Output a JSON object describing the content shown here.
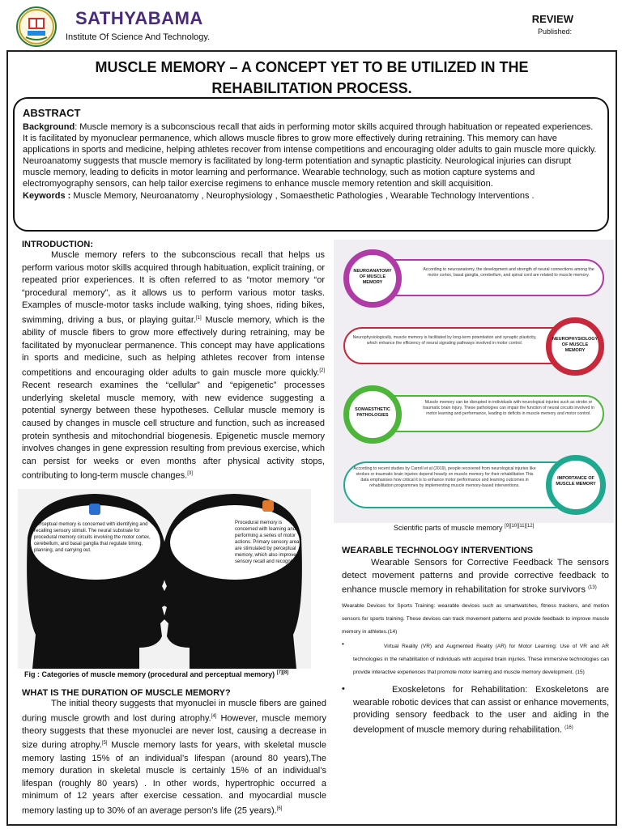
{
  "header": {
    "brand": "SATHYABAMA",
    "subtitle": "Institute Of Science And Technology.",
    "review": "REVIEW",
    "published": "Published:"
  },
  "title": {
    "line1": "MUSCLE MEMORY – A CONCEPT YET TO BE UTILIZED IN THE",
    "line2": "REHABILITATION PROCESS."
  },
  "abstract": {
    "heading": "ABSTRACT",
    "background_label": "Background",
    "background_text": ": Muscle memory is a subconscious recall that aids in performing motor skills acquired through habituation or repeated experiences. It is facilitated by myonuclear permanence, which allows muscle fibres to grow more effectively during retraining. This memory can have applications in sports and medicine, helping athletes recover from intense competitions and encouraging older adults to gain muscle more quickly. Neuroanatomy suggests that muscle memory is facilitated by long-term potentiation and synaptic plasticity. Neurological injuries can disrupt muscle memory, leading to deficits in motor learning and performance. Wearable technology, such as motion capture systems and electromyography sensors, can help tailor exercise regimens to enhance muscle memory retention and skill acquisition.",
    "keywords_label": "Keywords :",
    "keywords_text": " Muscle Memory, Neuroanatomy , Neurophysiology , Somaesthetic Pathologies , Wearable Technology Interventions ."
  },
  "intro": {
    "heading": "INTRODUCTION:",
    "p1": "Muscle memory refers to the subconscious recall that helps us perform various motor skills acquired through habituation, explicit training, or repeated prior experiences. It is often referred to as “motor memory “or “procedural memory”, as it allows us to perform various motor tasks. Examples of muscle-motor tasks include walking, tying shoes, riding bikes, swimming, driving a bus, or playing guitar.",
    "ref1": "[1]",
    "p2": " Muscle memory, which is the ability of muscle fibers to grow more effectively during retraining, may be facilitated by myonuclear permanence. This concept may have applications in sports and medicine, such as helping athletes recover from intense competitions and encouraging older adults to gain muscle more quickly.",
    "ref2": "[2]",
    "p3": " Recent research examines the “cellular” and “epigenetic” processes underlying skeletal muscle memory, with new evidence suggesting a potential synergy between these hypotheses. Cellular muscle memory is caused by changes in muscle cell structure and function, such as increased protein synthesis and mitochondrial biogenesis. Epigenetic muscle memory involves changes in gene expression resulting from previous exercise, which can persist for weeks or even months after physical activity stops, contributing to long-term muscle changes.",
    "ref3": "[3]"
  },
  "figure1": {
    "left_text": "Perceptual memory is concerned with identifying and recalling sensory stimuli. The neural substrate for procedural memory circuits involving the motor cortex, cerebellum, and basal ganglia that regulate timing, planning, and carrying out.",
    "right_text": "Procedural memory is concerned with learning and performing a series of motor actions. Primary sensory areas are stimulated by perceptual memory, which also improves sensory recall and recognition.",
    "caption": "Fig : Categories of muscle memory (procedural and perceptual memory)",
    "caption_ref": "[7][8]"
  },
  "duration": {
    "heading": "WHAT IS THE DURATION OF MUSCLE MEMORY?",
    "p1": "The initial theory suggests that myonuclei in muscle fibers are gained during muscle growth and lost during atrophy.",
    "ref4": "[4]",
    "p2": " However, muscle memory theory suggests that these myonuclei are never lost, causing a decrease in size during atrophy.",
    "ref5": "[5]",
    "p3": " Muscle memory lasts for years, with skeletal muscle memory lasting 15% of an individual’s lifespan (around 80 years),The memory duration in skeletal muscle is certainly 15% of an individual’s lifespan (roughly 80 years) . In other words, hypertrophic occurred a minimum of 12 years after exercise cessation. and myocardial muscle memory lasting up to 30% of an average person’s life (25 years).",
    "ref6": "[6]"
  },
  "scientific": {
    "items": [
      {
        "label": "NEUROANATOMY OF MUSCLE MEMORY",
        "text": "According to neuroanatomy, the development and strength of neural connections among the motor cortex, basal ganglia, cerebellum, and spinal cord are related to muscle memory.",
        "color": "#b03aa6"
      },
      {
        "label": "NEUROPHYSIOLOGY OF MUSCLE MEMORY",
        "text": "Neurophysiologically, muscle memory is facilitated by long-term potentiation and synaptic plasticity, which enhance the efficiency of neural signaling pathways involved in motor control.",
        "color": "#c8283c"
      },
      {
        "label": "SOMAESTHETIC PATHOLOGIES",
        "text": "Muscle memory can be disrupted in individuals with neurological injuries such as stroke or traumatic brain injury. These pathologies can impair the function of neural circuits involved in motor learning and performance, leading to deficits in muscle memory and motor control.",
        "color": "#4db63a"
      },
      {
        "label": "IMPORTANCE OF MUSCLE MEMORY",
        "text": "According to recent studies by Carroll et al (2019), people recovered from neurological injuries like strokes or traumatic brain injuries depend heavily on muscle memory for their rehabilitation This data emphasises how critical it is to enhance motor performance and learning outcomes in rehabilitation programmes by implementing muscle memory-based interventions.",
        "color": "#1fa890"
      }
    ],
    "caption": "Scientific parts of muscle memory",
    "caption_ref": "[9][10][11][12]"
  },
  "wearable": {
    "heading": "WEARABLE TECHNOLOGY INTERVENTIONS",
    "p1": "Wearable Sensors for Corrective Feedback The sensors detect movement patterns and provide corrective feedback to enhance muscle memory in rehabilitation for stroke survivors",
    "ref13": "(13)",
    "p2": "Wearable Devices for Sports Training: wearable devices such as smartwatches, fitness trackers, and motion sensors for sports training. These devices can track movement patterns and provide feedback to improve muscle memory in athletes.(14)",
    "b1": "Virtual Reality (VR) and Augmented Reality (AR) for Motor Learning: Use of VR and AR technologies in the rehabilitation of individuals with acquired brain injuries. These immersive technologies can provide interactive experiences that promote motor learning and muscle memory development. (15)",
    "b2": "Exoskeletons for Rehabilitation: Exoskeletons are wearable robotic devices that can assist or enhance movements, providing sensory feedback to the user and aiding in the development of muscle memory during rehabilitation.",
    "ref16": "(16)",
    "bullet": "•"
  }
}
